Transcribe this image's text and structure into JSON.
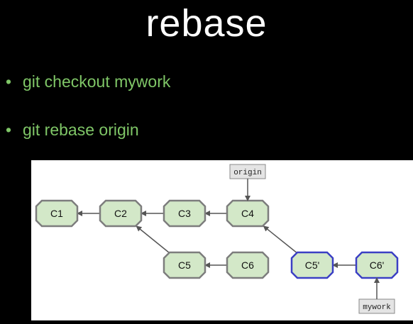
{
  "slide": {
    "title": "rebase",
    "bullets": [
      "git checkout mywork",
      "git rebase origin"
    ],
    "bullet_symbol": "•"
  },
  "diagram": {
    "commits": [
      {
        "id": "c1",
        "label": "C1",
        "style": "original"
      },
      {
        "id": "c2",
        "label": "C2",
        "style": "original"
      },
      {
        "id": "c3",
        "label": "C3",
        "style": "original"
      },
      {
        "id": "c4",
        "label": "C4",
        "style": "original"
      },
      {
        "id": "c5",
        "label": "C5",
        "style": "original"
      },
      {
        "id": "c6",
        "label": "C6",
        "style": "original"
      },
      {
        "id": "c5p",
        "label": "C5'",
        "style": "rebased"
      },
      {
        "id": "c6p",
        "label": "C6'",
        "style": "rebased"
      }
    ],
    "parent_links": [
      {
        "from": "c2",
        "to": "c1"
      },
      {
        "from": "c3",
        "to": "c2"
      },
      {
        "from": "c4",
        "to": "c3"
      },
      {
        "from": "c5",
        "to": "c2"
      },
      {
        "from": "c6",
        "to": "c5"
      },
      {
        "from": "c5p",
        "to": "c4"
      },
      {
        "from": "c6p",
        "to": "c5p"
      }
    ],
    "refs": [
      {
        "id": "origin",
        "label": "origin",
        "points_to": "c4"
      },
      {
        "id": "mywork",
        "label": "mywork",
        "points_to": "c6p"
      }
    ],
    "colors": {
      "original_fill": "#d3e8c8",
      "original_stroke": "#7d7d7d",
      "rebased_fill": "#d3e8c8",
      "rebased_stroke": "#3b3fc4",
      "ref_fill": "#e4e4e4",
      "ref_stroke": "#8a8a8a",
      "arrow": "#555555",
      "bullet_text": "#7fc667"
    }
  }
}
